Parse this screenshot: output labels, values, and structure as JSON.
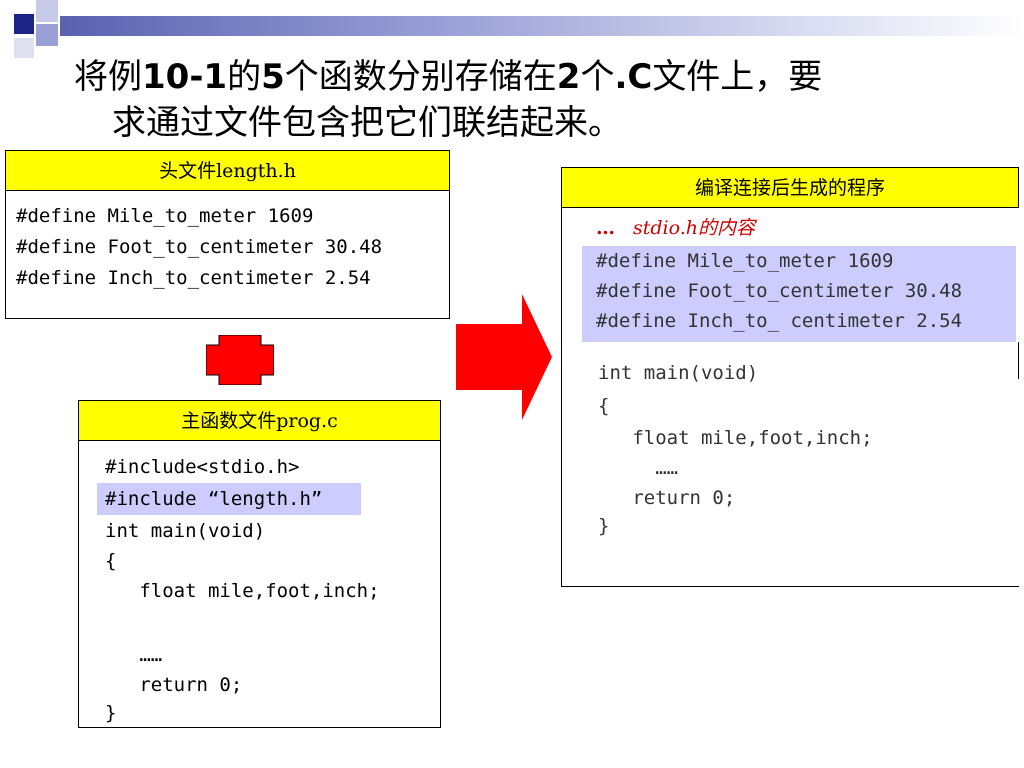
{
  "title": {
    "line1_a": "将例",
    "line1_b": "10-1",
    "line1_c": "的",
    "line1_d": "5",
    "line1_e": "个函数分别存储在",
    "line1_f": "2",
    "line1_g": "个",
    "line1_h": ".C",
    "line1_i": "文件上，要",
    "line2": "求通过文件包含把它们联结起来。"
  },
  "header_file": {
    "title": "头文件length.h",
    "lines": [
      "#define Mile_to_meter 1609",
      "#define Foot_to_centimeter 30.48",
      "#define Inch_to_centimeter 2.54"
    ]
  },
  "main_file": {
    "title": "主函数文件prog.c",
    "lines": [
      "#include<stdio.h>",
      "#include “length.h”",
      "int main(void)",
      "{",
      "   float mile,foot,inch;",
      "",
      "   ……",
      "   return 0;",
      "}"
    ]
  },
  "result_program": {
    "title": "编译连接后生成的程序",
    "stdio_ellipsis": "…",
    "stdio_note": "stdio.h的内容",
    "define_lines": [
      "#define Mile_to_meter 1609",
      "#define Foot_to_centimeter 30.48",
      "#define Inch_to_ centimeter 2.54"
    ],
    "code_lines": [
      "int main(void)",
      "{",
      "   float mile,foot,inch;",
      "     ……",
      "   return 0;",
      "}"
    ]
  },
  "colors": {
    "accent_red": "#ff0000",
    "header_yellow": "#ffff00",
    "highlight_blue": "#ccccff",
    "note_red": "#cc0000"
  }
}
